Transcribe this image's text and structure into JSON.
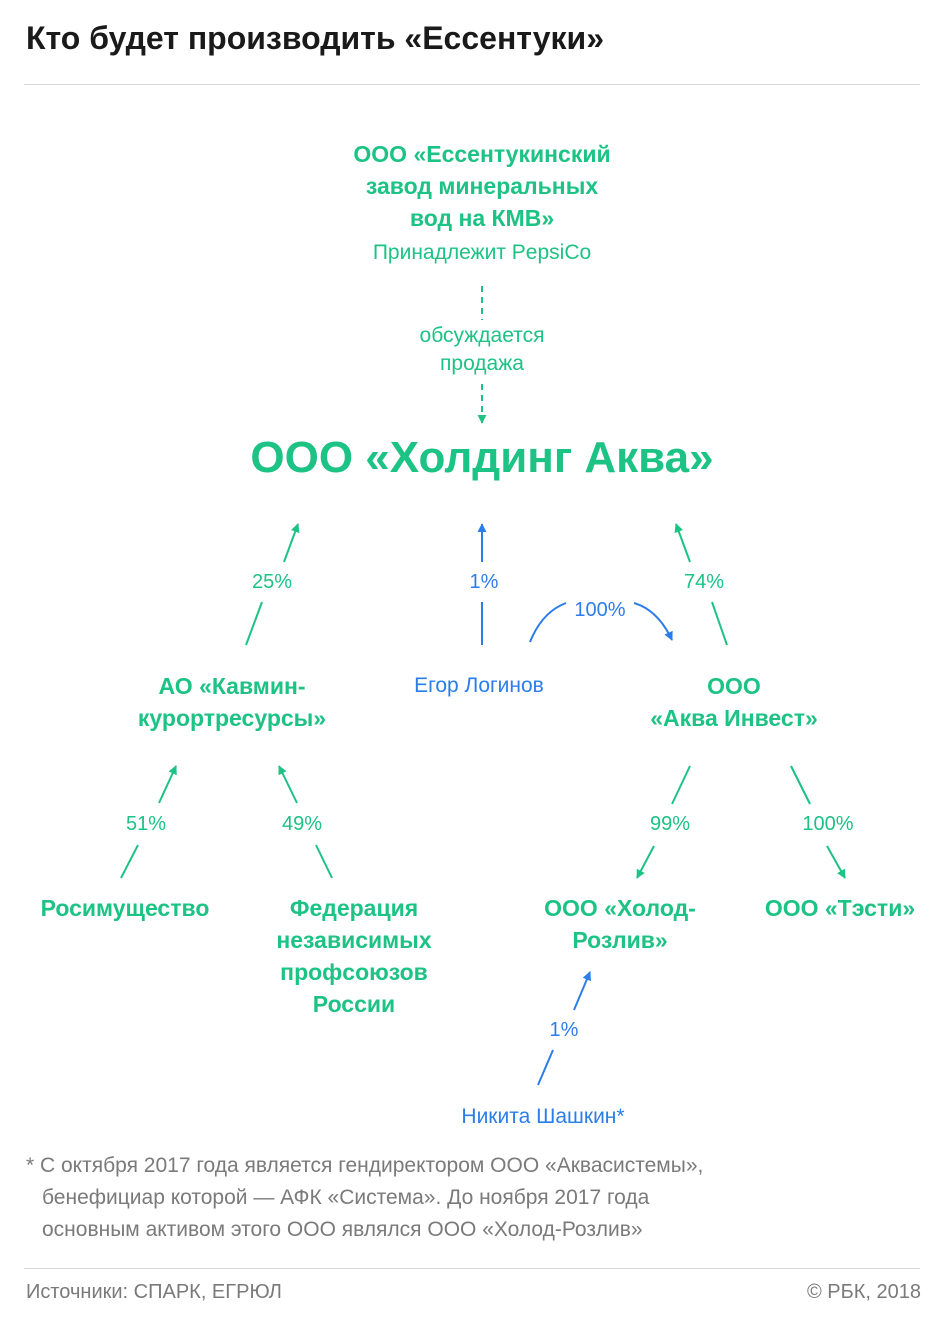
{
  "title": "Кто будет производить «Ессентуки»",
  "colors": {
    "green": "#1dc285",
    "blue": "#2b7de9",
    "gray": "#7a7a7a"
  },
  "nodes": {
    "essentuki_plant": {
      "lines": [
        "ООО «Ессентукинский",
        "завод минеральных",
        "вод на КМВ»"
      ],
      "note": "Принадлежит PepsiCo"
    },
    "sale_note": {
      "lines": [
        "обсуждается",
        "продажа"
      ]
    },
    "holding_akva": {
      "label": "ООО «Холдинг Аква»"
    },
    "kavmin": {
      "lines": [
        "АО «Кавмин-",
        "курортресурсы»"
      ]
    },
    "egor": {
      "label": "Егор Логинов"
    },
    "akva_invest": {
      "lines": [
        "ООО",
        "«Аква Инвест»"
      ]
    },
    "rosimushchestvo": {
      "label": "Росимущество"
    },
    "federation": {
      "lines": [
        "Федерация",
        "независимых",
        "профсоюзов",
        "России"
      ]
    },
    "holod": {
      "lines": [
        "ООО «Холод-",
        "Розлив»"
      ]
    },
    "testi": {
      "label": "ООО «Тэсти»"
    },
    "nikita": {
      "label": "Никита Шашкин*"
    }
  },
  "edges": {
    "kavmin_holding": "25%",
    "egor_holding": "1%",
    "akvainvest_holding": "74%",
    "egor_akvainvest": "100%",
    "rosim_kavmin": "51%",
    "federation_kavmin": "49%",
    "akvainvest_holod": "99%",
    "akvainvest_testi": "100%",
    "nikita_holod": "1%"
  },
  "footnote": {
    "lines": [
      "* С октября 2017 года является гендиректором ООО «Аквасистемы»,",
      "бенефициар которой — АФК «Система».  До ноября 2017 года",
      "основным активом этого ООО являлся ООО «Холод-Розлив»"
    ]
  },
  "sources": "Источники: СПАРК, ЕГРЮЛ",
  "copyright": "© РБК, 2018"
}
